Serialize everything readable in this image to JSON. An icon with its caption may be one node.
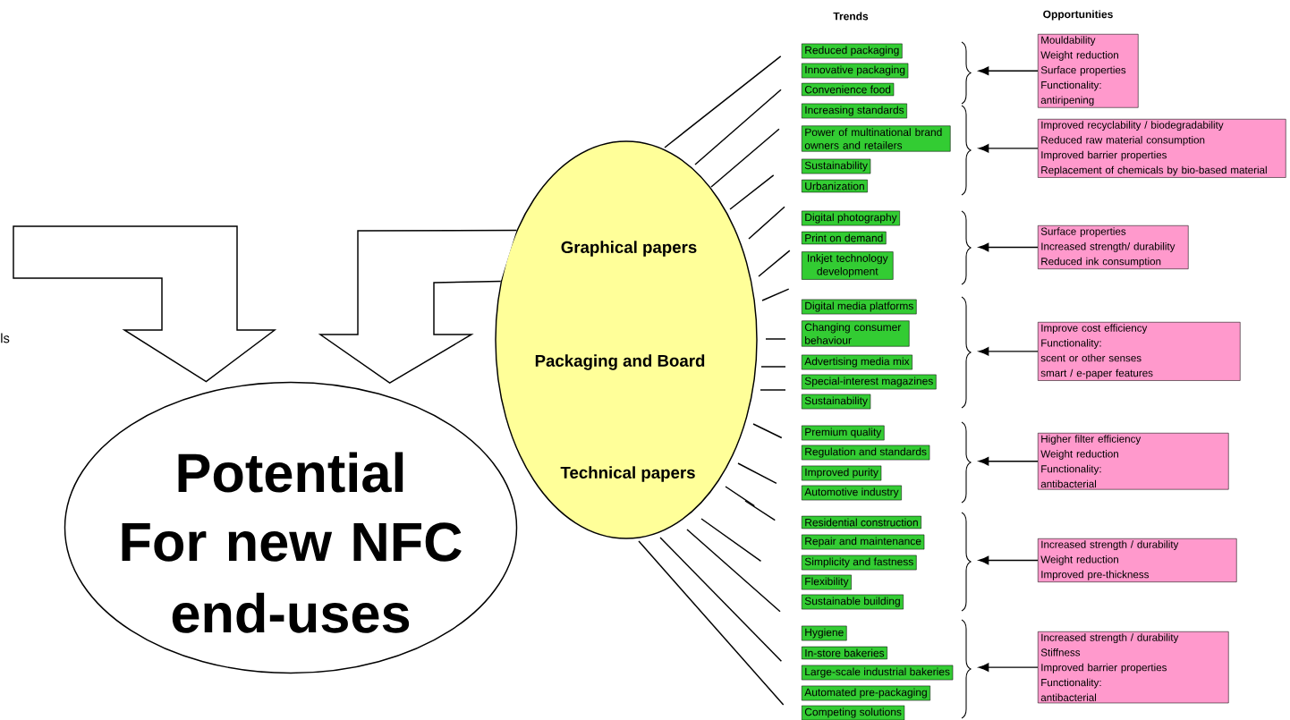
{
  "diagram": {
    "nodes": [
      {
        "text": [
          "Potential",
          "For new NFC end-uses"
        ]
      },
      {
        "text": [
          "Graphical papers",
          "Packaging and Board",
          "Technical papers"
        ]
      },
      {
        "text": [
          "Reduced packaging"
        ]
      },
      {
        "text": [
          "Innovative packaging"
        ]
      },
      {
        "text": [
          "Convenience food"
        ]
      },
      {
        "text": [
          "Increasing standards"
        ]
      },
      {
        "text": [
          "Power of multinational brand owners and retailers"
        ]
      },
      {
        "text": [
          "Sustainability"
        ]
      },
      {
        "text": [
          "Urbanization"
        ]
      },
      {
        "text": [
          "Digital photography"
        ]
      },
      {
        "text": [
          "Print on demand"
        ]
      },
      {
        "text": [
          "Inkjet technology development"
        ]
      },
      {
        "text": [
          "Digital media platforms"
        ]
      },
      {
        "text": [
          "Changing consumer behaviour"
        ]
      },
      {
        "text": [
          "Advertising media mix"
        ]
      },
      {
        "text": [
          "Special-interest magazines"
        ]
      },
      {
        "text": [
          "Sustainability"
        ]
      },
      {
        "text": [
          "Premium quality"
        ]
      },
      {
        "text": [
          "Regulation and standards"
        ]
      },
      {
        "text": [
          "Improved purity"
        ]
      },
      {
        "text": [
          "Automotive industry"
        ]
      },
      {
        "text": [
          "Residential construction"
        ]
      },
      {
        "text": [
          "Repair and maintenance"
        ]
      },
      {
        "text": [
          "Simplicity and fastness"
        ]
      },
      {
        "text": [
          "Flexibility"
        ]
      },
      {
        "text": [
          "Sustainable building"
        ]
      },
      {
        "text": [
          "Hygiene"
        ]
      },
      {
        "text": [
          "In-store bakeries"
        ]
      },
      {
        "text": [
          "Large-scale industrial bakeries"
        ]
      },
      {
        "text": [
          "Automated pre-packaging"
        ]
      },
      {
        "text": [
          "Competing solutions"
        ]
      },
      {
        "text": [
          "Mouldability",
          "Weight reduction",
          "Surface properties",
          "Functionality:",
          "antiripening"
        ]
      },
      {
        "text": [
          "Improved recyclability / biodegradability",
          "Reduced raw material consumption",
          "Improved barrier properties",
          "Replacement of chemicals by bio-based material"
        ]
      },
      {
        "text": [
          "Surface properties",
          "Increased strength/ durability",
          "Reduced ink consumption"
        ]
      },
      {
        "text": [
          "Improve cost efficiency",
          "Functionality:",
          "scent or other senses",
          "smart / e-paper features"
        ]
      },
      {
        "text": [
          "Higher filter efficiency",
          "Weight reduction",
          "Functionality:",
          "antibacterial"
        ]
      },
      {
        "text": [
          "Increased strength / durability",
          "Weight reduction",
          "Improved pre-thickness"
        ]
      },
      {
        "text": [
          "Increased strength / durability",
          "Stiffness",
          "Improved barrier properties",
          "Functionality:",
          "antibacterial"
        ]
      }
    ],
    "edges": [
      {
        "from": null,
        "to": 0,
        "arrow": "to"
      },
      {
        "from": 1,
        "to": 0,
        "arrow": "to"
      },
      {
        "from": 31,
        "to": null,
        "arrow": "to"
      },
      {
        "from": 32,
        "to": null,
        "arrow": "to"
      },
      {
        "from": 33,
        "to": null,
        "arrow": "to"
      },
      {
        "from": 34,
        "to": null,
        "arrow": "to"
      },
      {
        "from": 35,
        "to": null,
        "arrow": "to"
      },
      {
        "from": 36,
        "to": null,
        "arrow": "to"
      },
      {
        "from": 37,
        "to": null,
        "arrow": "to"
      }
    ],
    "labels": [
      "Trends",
      "Opportunities",
      "ls"
    ]
  }
}
